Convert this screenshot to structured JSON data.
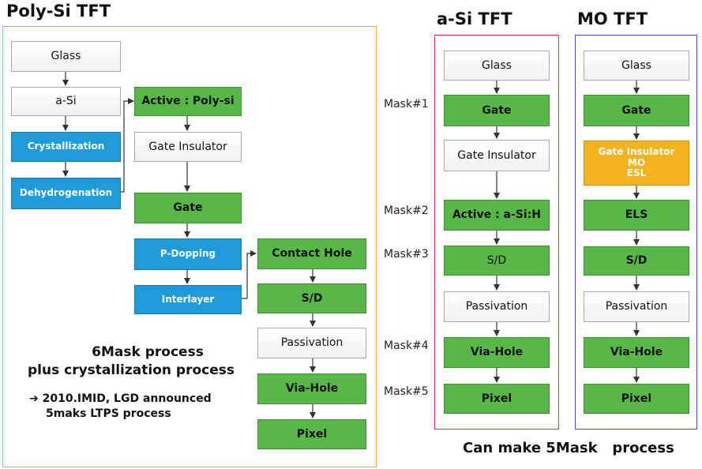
{
  "poly_si": {
    "title": "Poly-Si TFT",
    "boxes": {
      "glass": "Glass",
      "a_si": "a-Si",
      "crystallization": "Crystallization",
      "dehydrogenation": "Dehydrogenation",
      "active": "Active : Poly-si",
      "gate_insulator": "Gate Insulator",
      "gate": "Gate",
      "p_dopping": "P-Dopping",
      "interlayer": "Interlayer",
      "contact_hole": "Contact Hole",
      "sd": "S/D",
      "passivation": "Passivation",
      "via_hole": "Via-Hole",
      "pixel": "Pixel"
    },
    "note_line1": "6Mask process",
    "note_line2": "plus crystallization process",
    "announce_line1": "➔ 2010.IMID, LGD announced",
    "announce_line2": "5maks LTPS process"
  },
  "a_si": {
    "title": "a-Si TFT",
    "boxes": {
      "glass": "Glass",
      "gate": "Gate",
      "gate_insulator": "Gate Insulator",
      "active": "Active : a-Si:H",
      "sd": "S/D",
      "passivation": "Passivation",
      "via_hole": "Via-Hole",
      "pixel": "Pixel"
    }
  },
  "mo": {
    "title": "MO TFT",
    "boxes": {
      "glass": "Glass",
      "gate": "Gate",
      "gi_line1": "Gate Insulator",
      "gi_line2": "MO",
      "gi_line3": "ESL",
      "els": "ELS",
      "sd": "S/D",
      "passivation": "Passivation",
      "via_hole": "Via-Hole",
      "pixel": "Pixel"
    }
  },
  "masks": [
    "Mask#1",
    "Mask#2",
    "Mask#3",
    "Mask#4",
    "Mask#5"
  ],
  "footer": "Can make 5Mask   process",
  "colors": {
    "green": "#57b848",
    "blue": "#1e9bd8",
    "orange": "#f3b31c",
    "poly_panel_border": "#e8a84a",
    "a_si_panel_border": "#d9343a",
    "mo_panel_border": "#4a4fb3"
  }
}
